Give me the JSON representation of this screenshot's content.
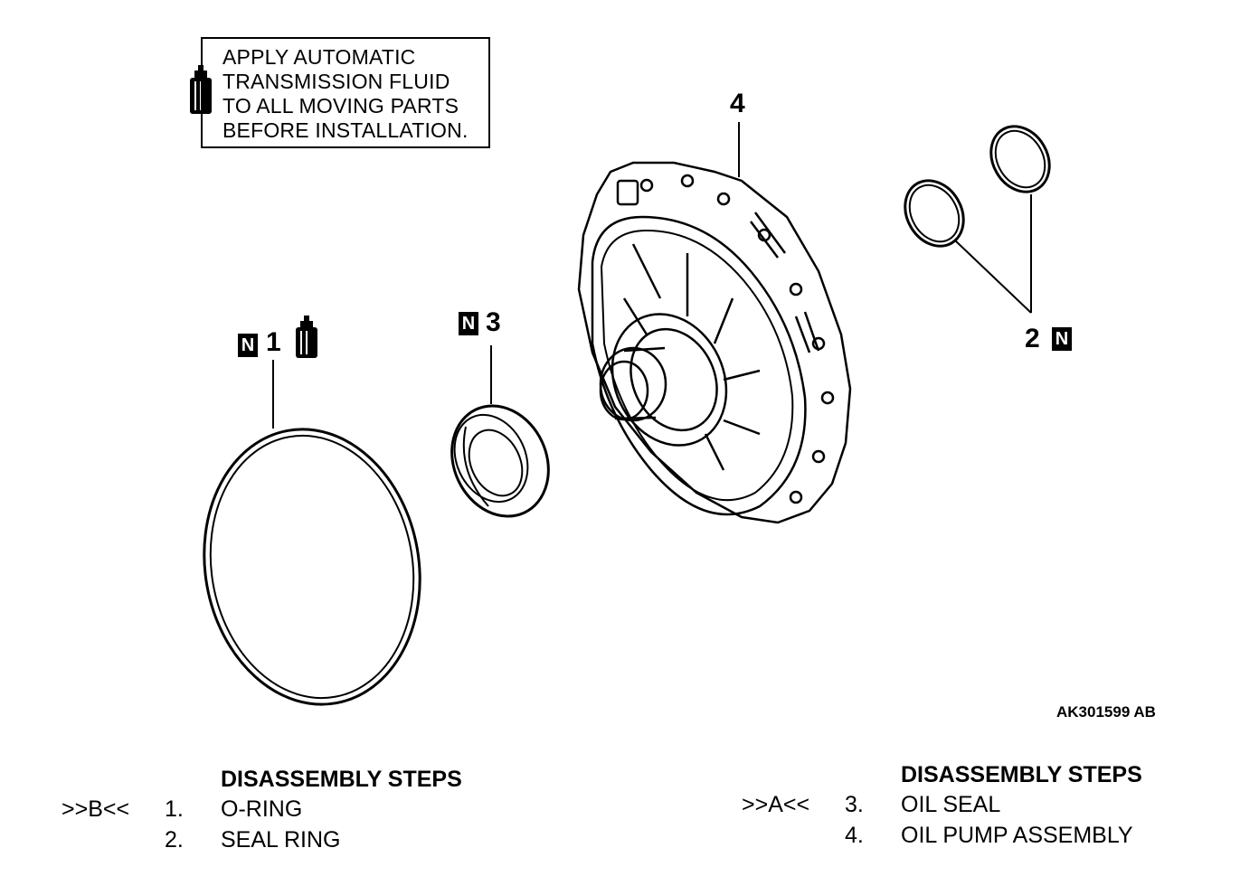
{
  "note": {
    "lines": [
      "APPLY AUTOMATIC",
      "TRANSMISSION FLUID",
      "TO ALL MOVING PARTS",
      "BEFORE INSTALLATION."
    ],
    "icon": "oil-can-icon"
  },
  "callouts": {
    "part1": {
      "number": "1",
      "badge": "N",
      "icon": "oil-can-icon"
    },
    "part2": {
      "number": "2",
      "badge": "N"
    },
    "part3": {
      "number": "3",
      "badge": "N"
    },
    "part4": {
      "number": "4"
    }
  },
  "figure_code": "AK301599 AB",
  "steps_left": {
    "heading": "DISASSEMBLY STEPS",
    "items": [
      {
        "marker": ">>B<<",
        "number": "1.",
        "label": "O-RING"
      },
      {
        "marker": "",
        "number": "2.",
        "label": "SEAL RING"
      }
    ]
  },
  "steps_right": {
    "heading": "DISASSEMBLY STEPS",
    "items": [
      {
        "marker": ">>A<<",
        "number": "3.",
        "label": "OIL SEAL"
      },
      {
        "marker": "",
        "number": "4.",
        "label": "OIL PUMP ASSEMBLY"
      }
    ]
  }
}
